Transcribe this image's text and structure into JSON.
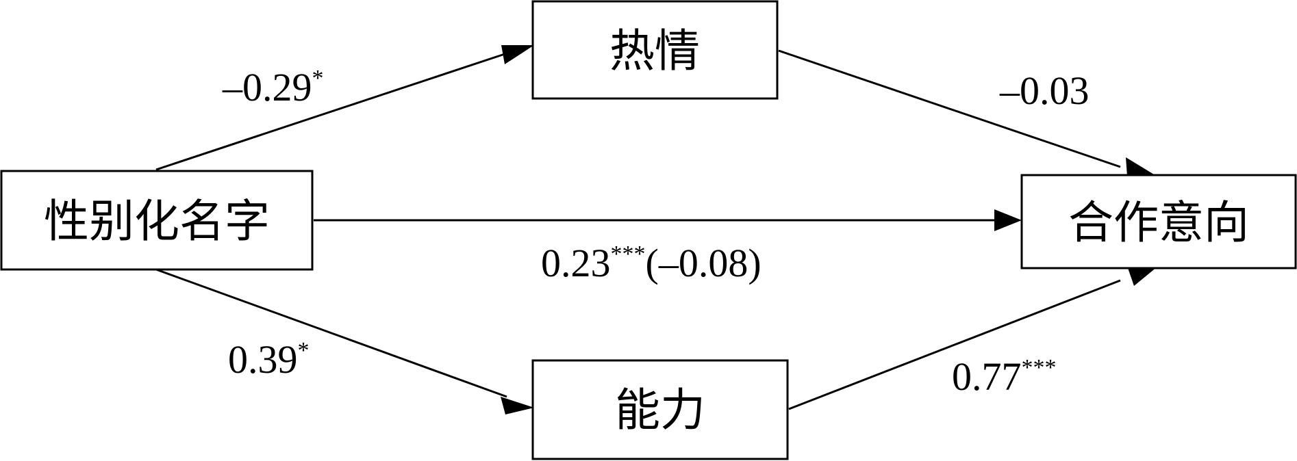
{
  "nodes": {
    "x": "性别化名字",
    "warmth": "热情",
    "competence": "能力",
    "y": "合作意向"
  },
  "edges": {
    "x_to_warmth": {
      "value": "–0.29",
      "sig": "*"
    },
    "warmth_to_y": {
      "value": "–0.03",
      "sig": ""
    },
    "x_to_y": {
      "value": "0.23",
      "sig": "***",
      "suffix": "(–0.08)"
    },
    "x_to_competence": {
      "value": "0.39",
      "sig": "*"
    },
    "competence_to_y": {
      "value": "0.77",
      "sig": "***"
    }
  }
}
